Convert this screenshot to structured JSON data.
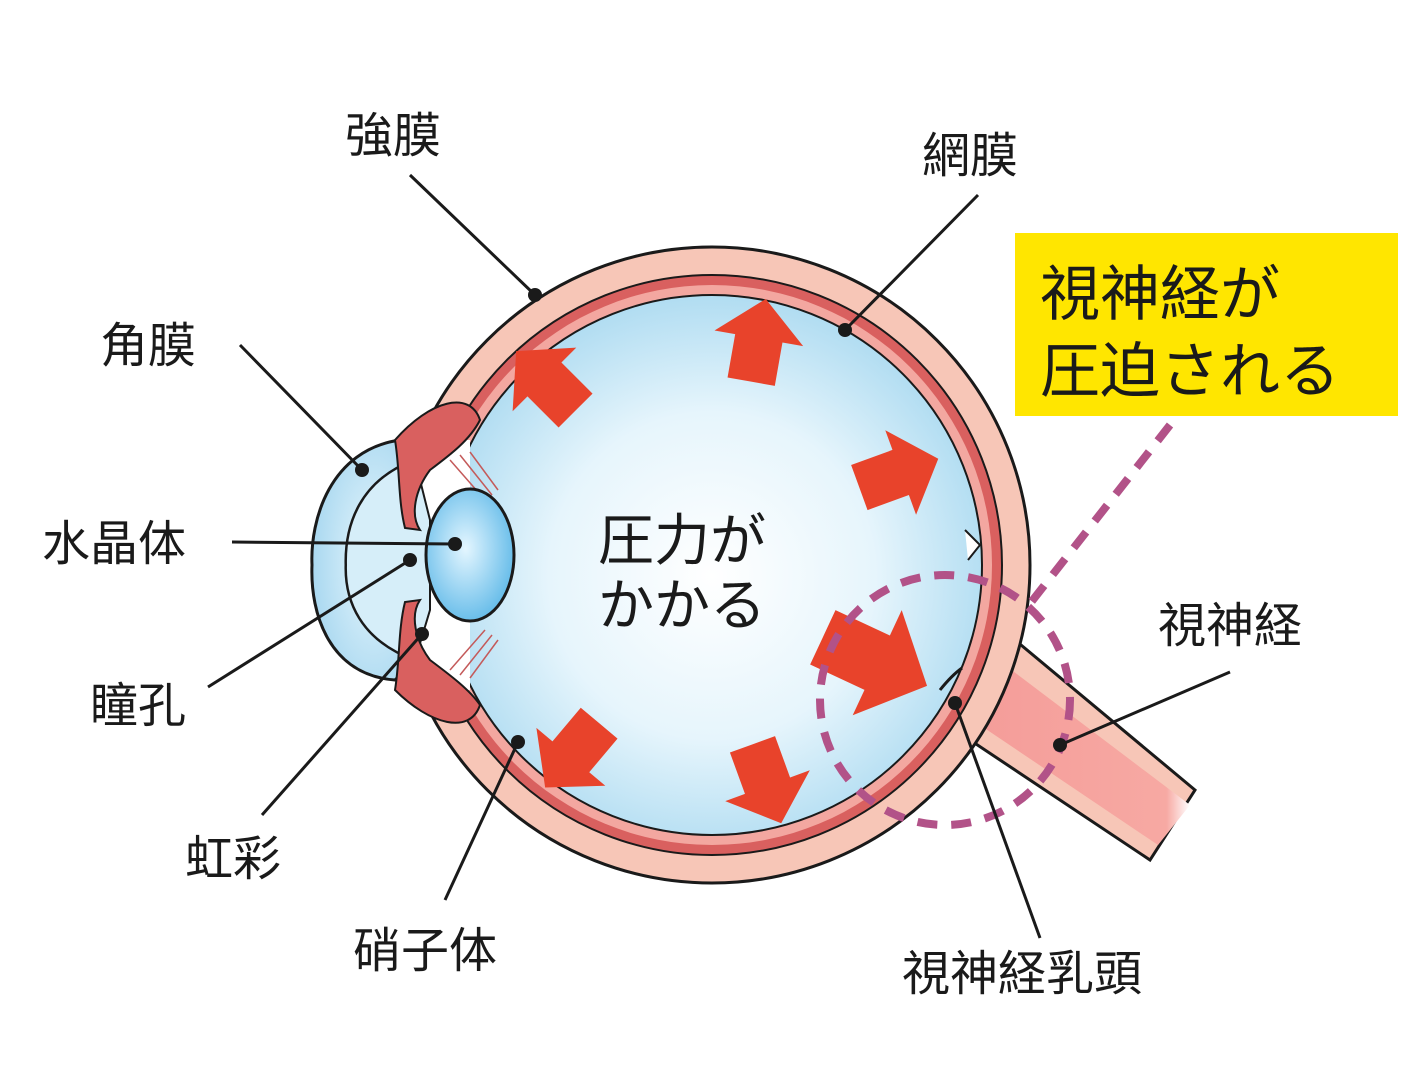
{
  "labels": {
    "sclera": "強膜",
    "retina": "網膜",
    "cornea": "角膜",
    "lens": "水晶体",
    "pupil": "瞳孔",
    "iris": "虹彩",
    "vitreous": "硝子体",
    "optic_nerve": "視神経",
    "optic_disc": "視神経乳頭"
  },
  "center_text": {
    "line1": "圧力が",
    "line2": "かかる"
  },
  "callout": {
    "line1": "視神経が",
    "line2": "圧迫される"
  },
  "colors": {
    "sclera": "#f7c6b7",
    "choroid": "#d9605f",
    "vitreous": "#cdeaf7",
    "arrow": "#e8432b",
    "callout_bg": "#ffe600",
    "dashed": "#b25288"
  }
}
